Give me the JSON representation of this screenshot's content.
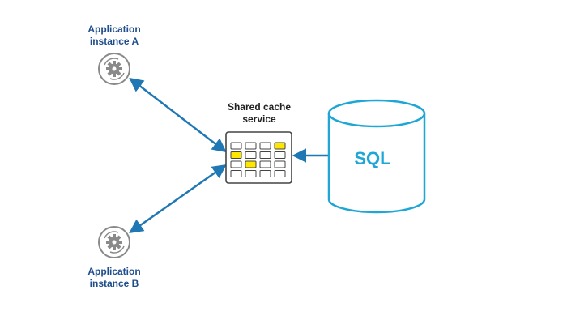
{
  "colors": {
    "primary": "#1f77b4",
    "accent": "#1ea7d6",
    "label_blue": "#1f4e8c",
    "cell_highlight": "#ffe600",
    "gear_gray": "#8a8a8a"
  },
  "app_a": {
    "label_line1": "Application",
    "label_line2": "instance A",
    "icon": "gear-icon"
  },
  "app_b": {
    "label_line1": "Application",
    "label_line2": "instance B",
    "icon": "gear-icon"
  },
  "cache": {
    "label_line1": "Shared cache",
    "label_line2": "service",
    "icon": "table-grid-icon",
    "rows": 4,
    "cols": 4,
    "highlighted": [
      [
        0,
        3
      ],
      [
        1,
        0
      ],
      [
        2,
        1
      ]
    ]
  },
  "database": {
    "label": "SQL",
    "icon": "database-cylinder-icon"
  }
}
